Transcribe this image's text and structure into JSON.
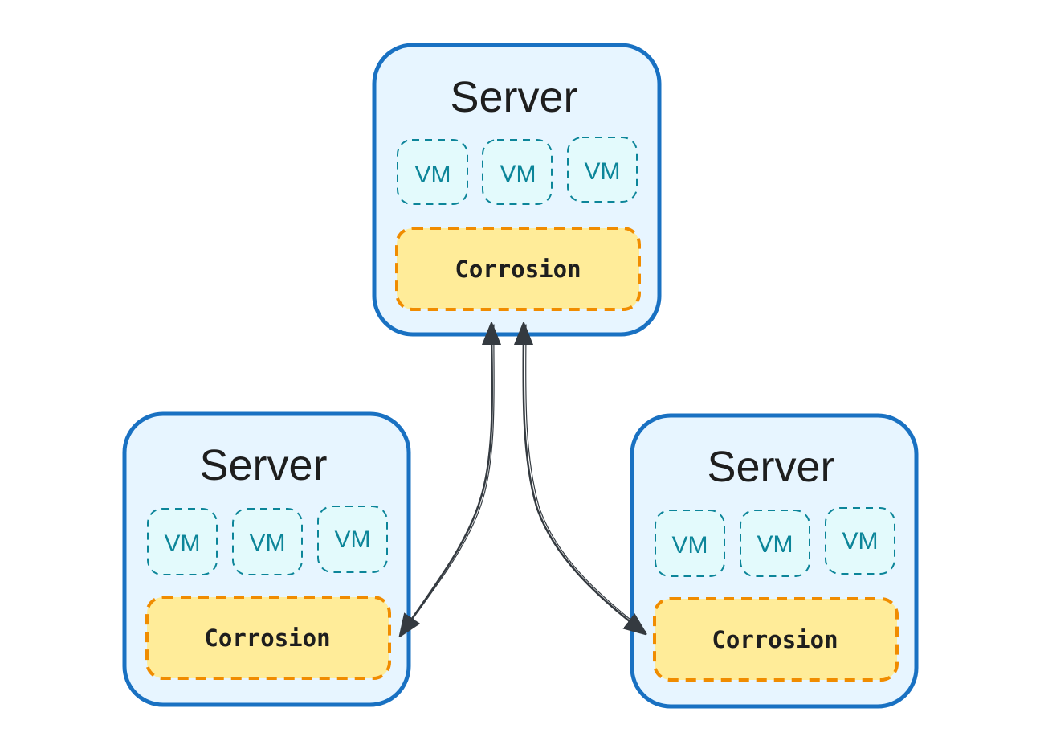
{
  "servers": [
    {
      "title": "Server",
      "vms": [
        "VM",
        "VM",
        "VM"
      ],
      "corrosion": "Corrosion"
    },
    {
      "title": "Server",
      "vms": [
        "VM",
        "VM",
        "VM"
      ],
      "corrosion": "Corrosion"
    },
    {
      "title": "Server",
      "vms": [
        "VM",
        "VM",
        "VM"
      ],
      "corrosion": "Corrosion"
    }
  ],
  "colors": {
    "server_border": "#1971c2",
    "server_fill": "#e7f5ff",
    "vm_border": "#0c8599",
    "vm_fill": "#e3fafc",
    "corrosion_border": "#f08c00",
    "corrosion_fill": "#ffec99",
    "arrow": "#343a40"
  }
}
